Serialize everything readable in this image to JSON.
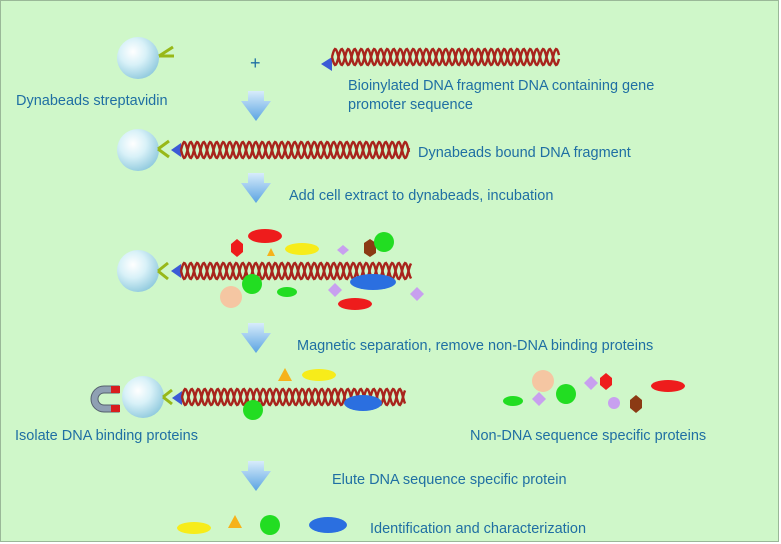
{
  "labels": {
    "dynabeads_streptavidin": "Dynabeads streptavidin",
    "plus": "+",
    "biotinylated_line1": "Bioinylated DNA fragment DNA containing gene",
    "biotinylated_line2": "promoter sequence",
    "bound_fragment": "Dynabeads bound DNA fragment",
    "add_extract": "Add cell extract to dynabeads, incubation",
    "magnetic_separation": "Magnetic separation, remove non-DNA binding proteins",
    "isolate": "Isolate DNA binding proteins",
    "non_specific": "Non-DNA sequence specific proteins",
    "elute": "Elute DNA sequence specific protein",
    "identification": "Identification and characterization"
  },
  "colors": {
    "background": "#cff7c9",
    "text": "#1f6fa3",
    "dna": "#a8241c",
    "bead": "#bfe6f2",
    "arrow": "#6fb0e6",
    "protein_red": "#ee1c1c",
    "protein_yellow": "#f7ec1a",
    "protein_green": "#22dd22",
    "protein_blue": "#2b6fe0",
    "protein_violet": "#c8a0ef",
    "protein_peach": "#f5c6a2",
    "protein_brown": "#8b3a14",
    "protein_orange": "#f6b21a"
  }
}
